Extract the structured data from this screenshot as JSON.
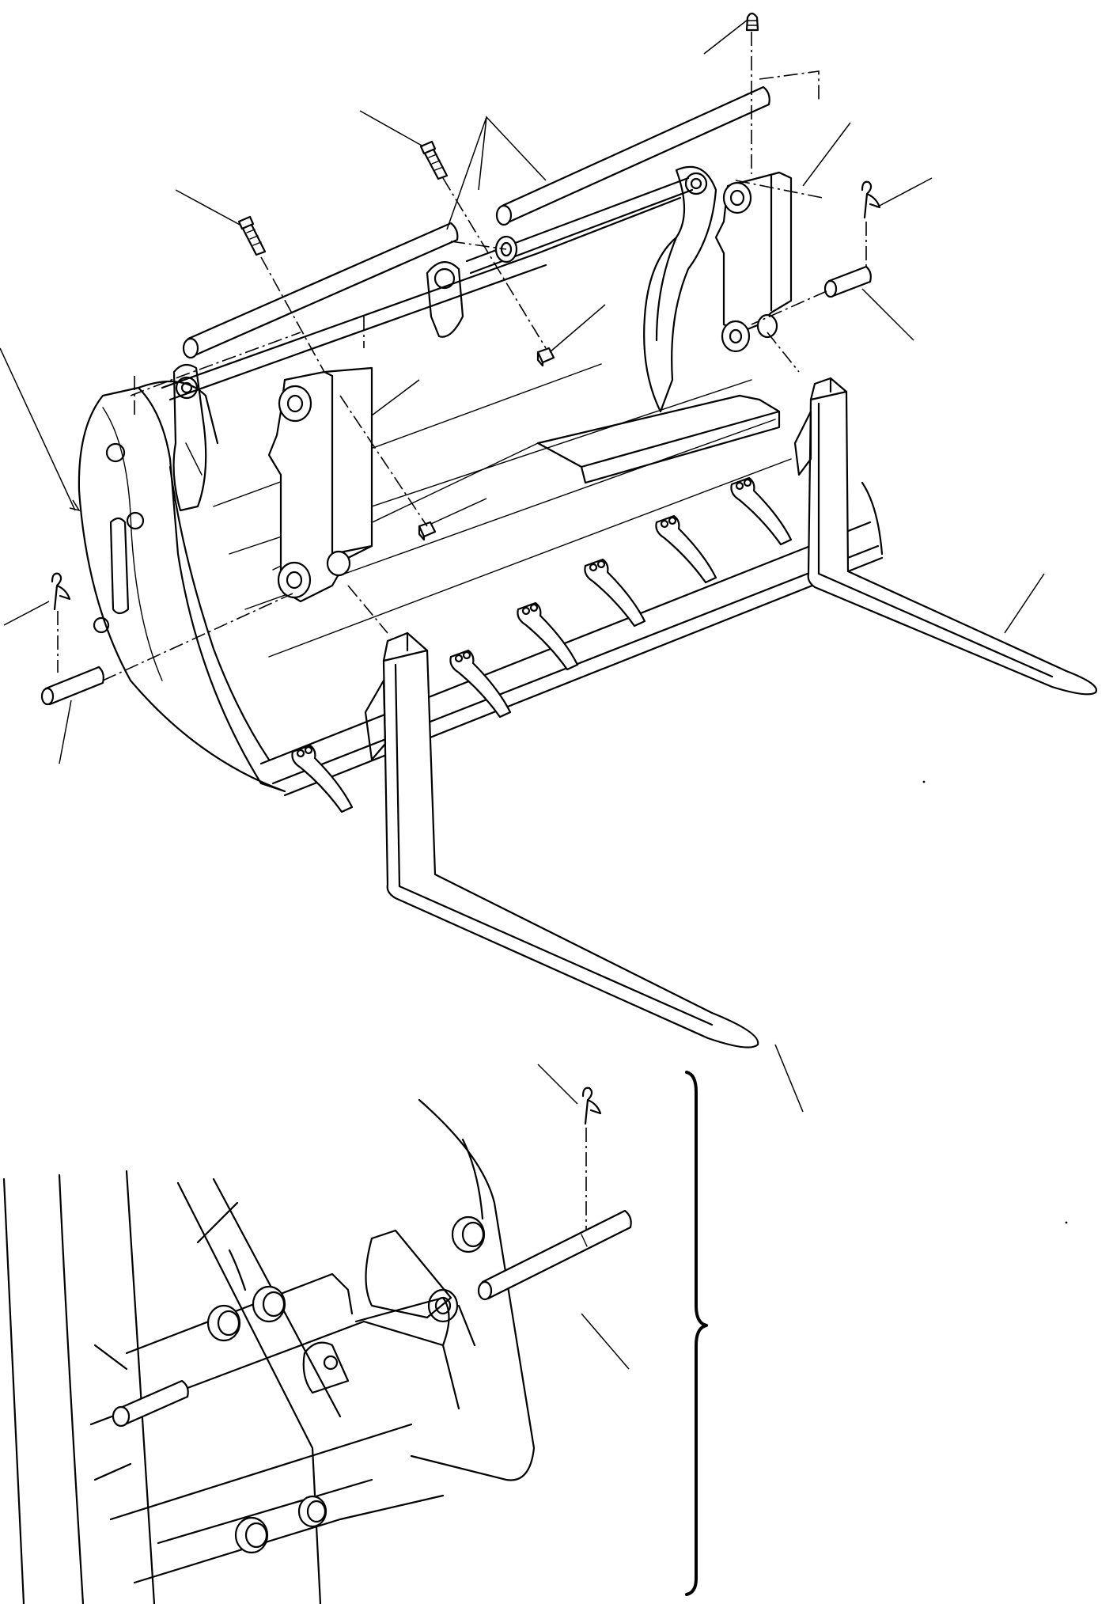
{
  "figure": {
    "parts": [
      "bucket",
      "fork-bracket-left",
      "fork-bracket-right",
      "fork-tine-left",
      "fork-tine-right",
      "pivot-pin-left",
      "pivot-pin-right",
      "hinge-pin-upper",
      "hinge-pin-lower",
      "bolt-left",
      "bolt-center",
      "nut-left",
      "nut-center",
      "grease-fitting",
      "retaining-clip-left",
      "retaining-clip-right",
      "retaining-clip-detail",
      "detail-pin",
      "cutting-teeth",
      "detail-loader-arm"
    ],
    "stroke_color": "#000000",
    "background_color": "#ffffff"
  }
}
